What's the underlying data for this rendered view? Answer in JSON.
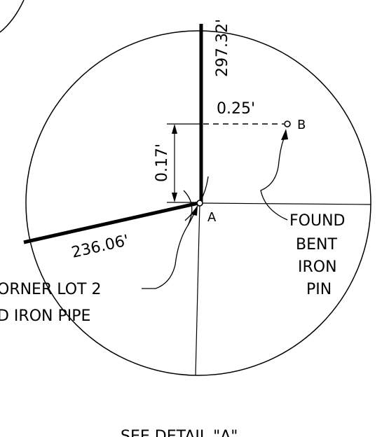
{
  "labels": {
    "dim_vertical_line": "297.32'",
    "dim_horizontal_offset": "0.25'",
    "dim_vertical_offset": "0.17'",
    "dim_left_line": "236.06'",
    "point_a": "A",
    "point_b": "B",
    "found_pin_line1": "FOUND",
    "found_pin_line2": "BENT",
    "found_pin_line3": "IRON",
    "found_pin_line4": "PIN",
    "corner_line1": "ORNER LOT 2",
    "corner_line2": "D IRON PIPE",
    "caption": "SEE DETAIL \"A\""
  }
}
